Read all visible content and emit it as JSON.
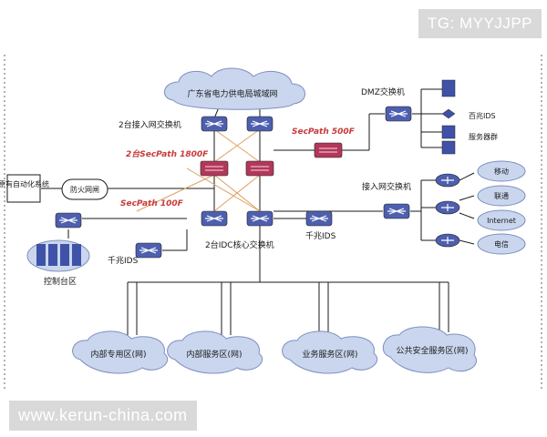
{
  "watermarks": {
    "tg": "TG: MYYJJPP",
    "site": "www.kerun-china.com"
  },
  "labels": {
    "wan_cloud": "广东省电力供电局城域网",
    "dual_access_switch": "2台接入网交换机",
    "secpath_1800f": "2台SecPath 1800F",
    "secpath_500f": "SecPath 500F",
    "secpath_100f": "SecPath 100F",
    "dmz_switch": "DMZ交换机",
    "gigabit_ids_top": "百兆IDS",
    "server_cluster": "服务器群",
    "access_switch": "接入网交换机",
    "legacy_system": "原有自动化系统",
    "gateway": "防火网闸",
    "dual_idc_core": "2台IDC核心交换机",
    "gigabit_ids_mid": "千兆IDS",
    "gigabit_ids_left": "千兆IDS",
    "control_zone": "控制台区",
    "cloud_r1": "移动",
    "cloud_r2": "联通",
    "cloud_r3": "Internet",
    "cloud_r4": "电信",
    "zone_internal_private": "内部专用区(网)",
    "zone_internal_service": "内部服务区(网)",
    "zone_business_service": "业务服务区(网)",
    "zone_public_security": "公共安全服务区(网)"
  },
  "colors": {
    "line": "#1a1a1a",
    "cross_link": "#e0a060",
    "switch_fill": "#4d5fae",
    "firewall_fill": "#b2385a",
    "cloud_fill": "#c9d6ee",
    "cloud_stroke": "#7d8fbf",
    "server_fill": "#3f52a8",
    "dash_border": "#666666"
  }
}
